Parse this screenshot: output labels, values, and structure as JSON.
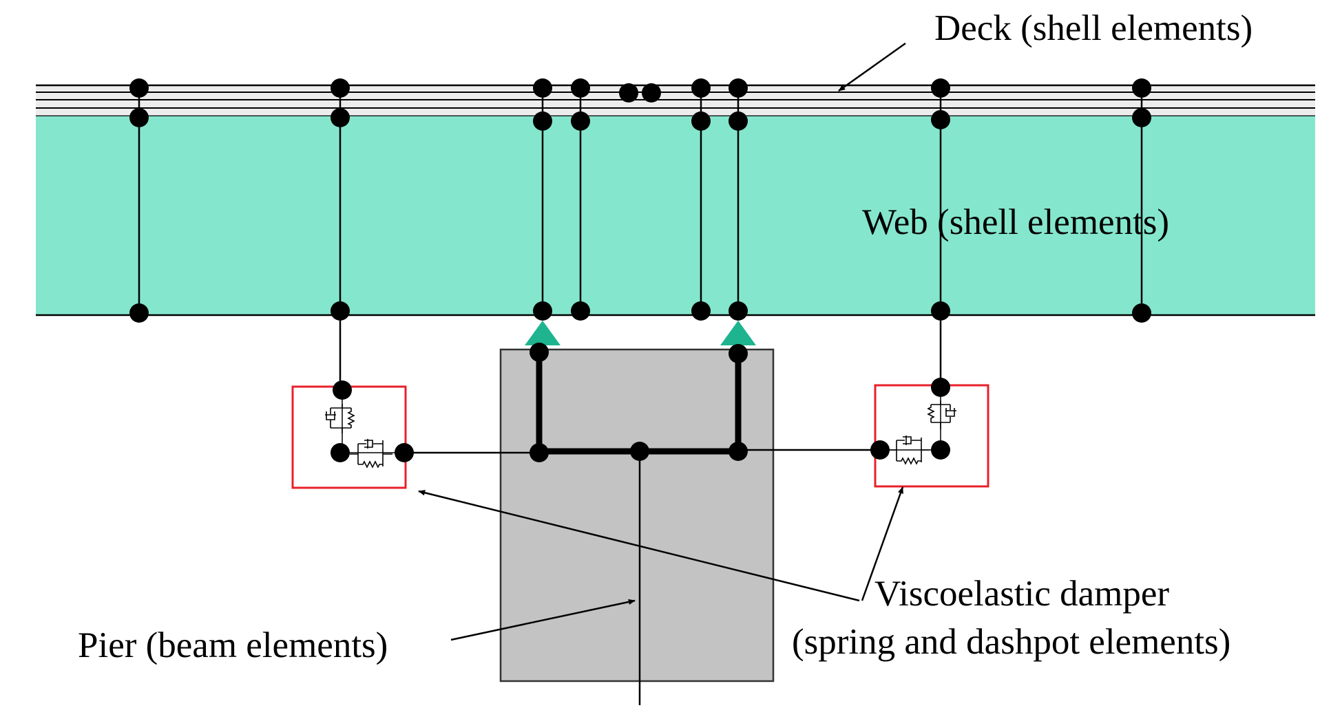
{
  "labels": {
    "deck": "Deck (shell elements)",
    "web": "Web (shell elements)",
    "pier": "Pier (beam elements)",
    "damper_line1": "Viscoelastic damper",
    "damper_line2": "(spring and dashpot elements)"
  },
  "colors": {
    "web_fill": "#84e6cd",
    "deck_fill": "#ececec",
    "pier_fill": "#c3c3c3",
    "support": "#1eb490",
    "damper_box": "#e8202a",
    "node": "#000000"
  }
}
